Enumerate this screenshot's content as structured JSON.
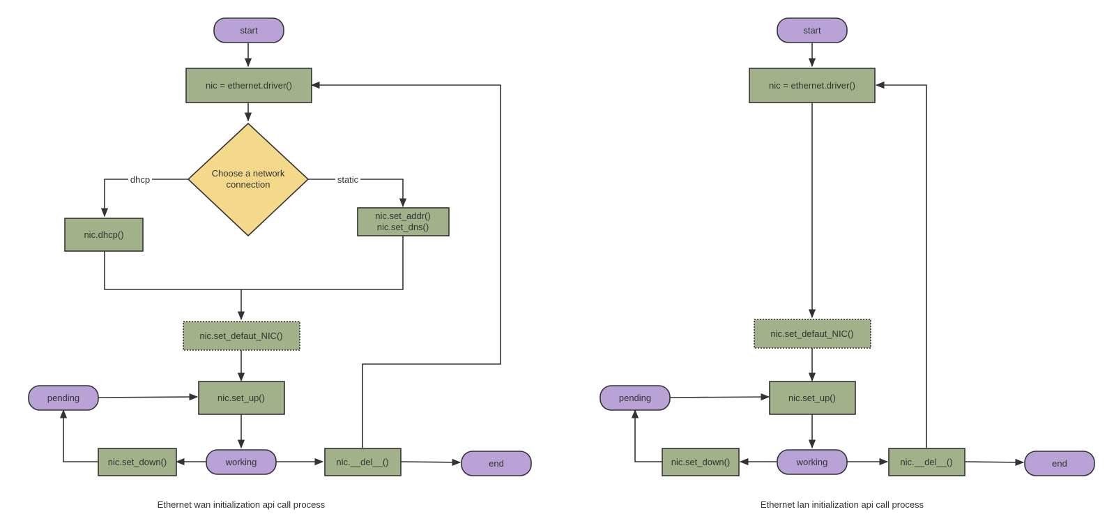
{
  "colors": {
    "process": "#a2b18a",
    "terminal": "#b9a2d6",
    "decision": "#f4d98a",
    "stroke": "#333333",
    "connector": "#333333"
  },
  "wan": {
    "caption": "Ethernet wan initialization api call process",
    "start": "start",
    "driver": "nic = ethernet.driver()",
    "decision": [
      "Choose a network",
      "connection"
    ],
    "dhcp_label": "dhcp",
    "static_label": "static",
    "dhcp_call": "nic.dhcp()",
    "static_calls": [
      "nic.set_addr()",
      "nic.set_dns()"
    ],
    "set_default": "nic.set_defaut_NIC()",
    "pending": "pending",
    "set_up": "nic.set_up()",
    "working": "working",
    "set_down": "nic.set_down()",
    "del": "nic.__del__()",
    "end": "end"
  },
  "lan": {
    "caption": "Ethernet lan initialization api call process",
    "start": "start",
    "driver": "nic = ethernet.driver()",
    "set_default": "nic.set_defaut_NIC()",
    "pending": "pending",
    "set_up": "nic.set_up()",
    "working": "working",
    "set_down": "nic.set_down()",
    "del": "nic.__del__()",
    "end": "end"
  }
}
